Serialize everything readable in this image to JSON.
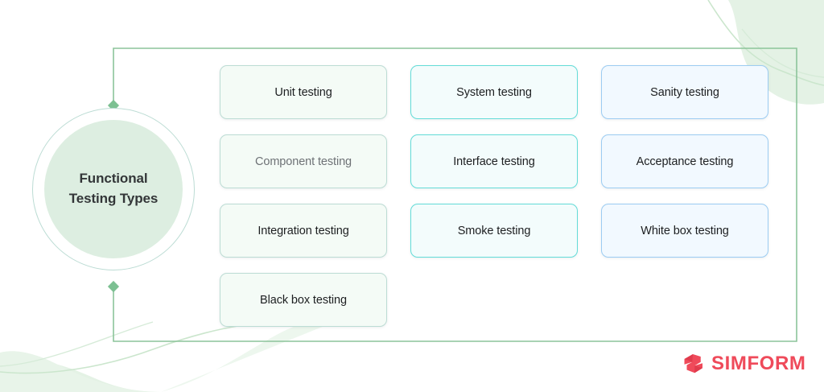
{
  "hub": {
    "title_line_1": "Functional",
    "title_line_2": "Testing Types"
  },
  "columns": [
    {
      "id": "column-a",
      "accent": "#bcdcd4",
      "fill": "#f4fbf6",
      "cards": [
        {
          "label": "Unit testing",
          "muted": false
        },
        {
          "label": "Component testing",
          "muted": true
        },
        {
          "label": "Integration testing",
          "muted": false
        },
        {
          "label": "Black box testing",
          "muted": false
        }
      ]
    },
    {
      "id": "column-b",
      "accent": "#63dcd8",
      "fill": "#f3fcfc",
      "cards": [
        {
          "label": "System testing",
          "muted": false
        },
        {
          "label": "Interface testing",
          "muted": false
        },
        {
          "label": "Smoke testing",
          "muted": false
        }
      ]
    },
    {
      "id": "column-c",
      "accent": "#9cccf2",
      "fill": "#f2f9ff",
      "cards": [
        {
          "label": "Sanity testing",
          "muted": false
        },
        {
          "label": "Acceptance testing",
          "muted": false
        },
        {
          "label": "White box testing",
          "muted": false
        }
      ]
    }
  ],
  "logo": {
    "wordmark": "SIMFORM",
    "mark_icon": "simform-s-mark-icon",
    "brand_color": "#ef4a5a"
  },
  "theme": {
    "frame_color": "#8cc49a",
    "node_color": "#7cc092",
    "hub_ring": "#bcdcd4",
    "hub_fill": "#ddeee1",
    "blob_color": "#e2f2e4",
    "text_color": "#1d1f21"
  }
}
